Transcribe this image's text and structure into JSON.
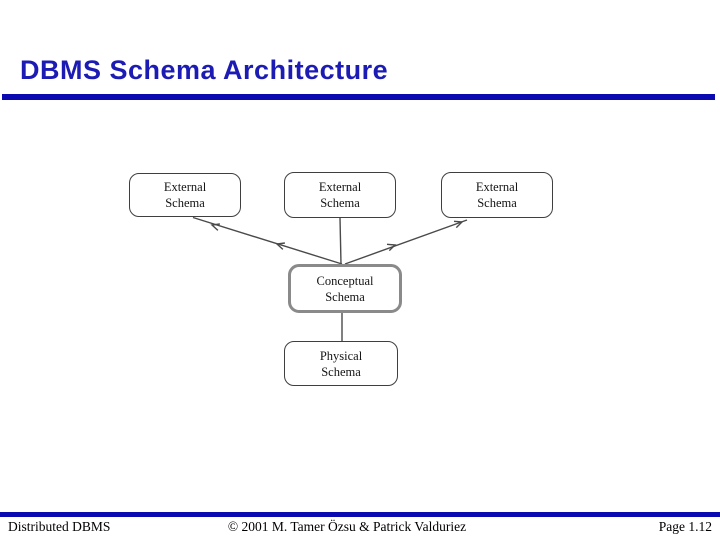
{
  "title": "DBMS Schema Architecture",
  "diagram": {
    "external_schemas": [
      {
        "line1": "External",
        "line2": "Schema"
      },
      {
        "line1": "External",
        "line2": "Schema"
      },
      {
        "line1": "External",
        "line2": "Schema"
      }
    ],
    "conceptual": {
      "line1": "Conceptual",
      "line2": "Schema"
    },
    "physical": {
      "line1": "Physical",
      "line2": "Schema"
    }
  },
  "footer": {
    "left": "Distributed DBMS",
    "center": "© 2001 M. Tamer Özsu & Patrick Valduriez",
    "right": "Page 1.12"
  },
  "colors": {
    "accent_rule": "#0a0ab0",
    "title_text": "#1c1cb4",
    "box_border": "#3f3f3f",
    "conceptual_border": "#8a8a8a"
  }
}
